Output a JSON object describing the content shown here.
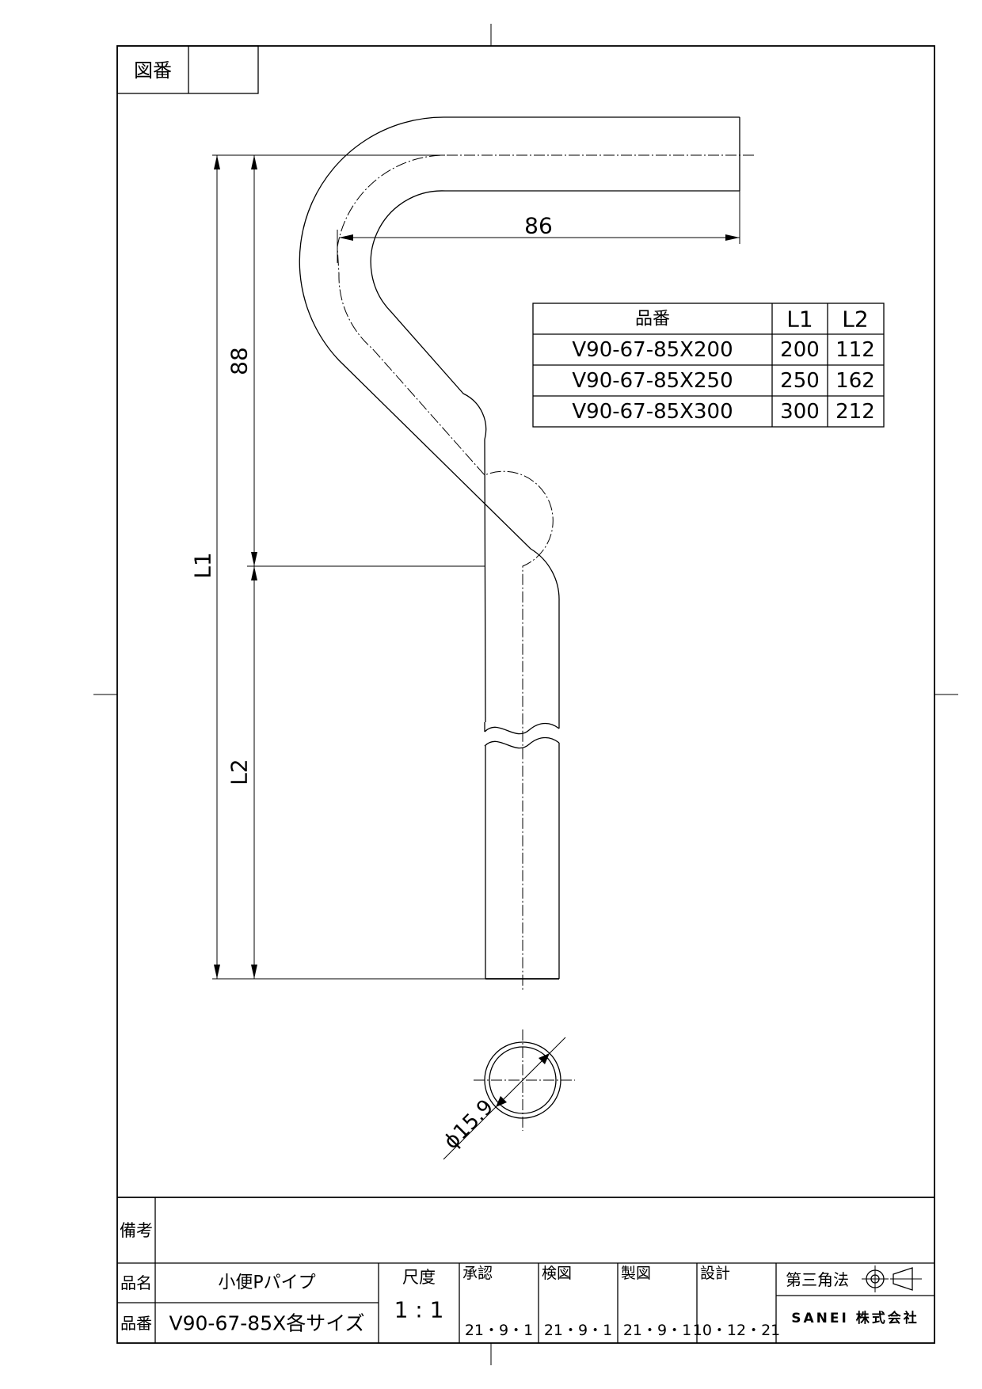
{
  "frame": {
    "drawing_number_label": "図番",
    "drawing_number_value": ""
  },
  "dimensions": {
    "horizontal": "86",
    "upper_vertical": "88",
    "total_length": "L1",
    "lower_length": "L2",
    "diameter": "ϕ15.9"
  },
  "size_table": {
    "headers": [
      "品番",
      "L1",
      "L2"
    ],
    "rows": [
      [
        "V90-67-85X200",
        "200",
        "112"
      ],
      [
        "V90-67-85X250",
        "250",
        "162"
      ],
      [
        "V90-67-85X300",
        "300",
        "212"
      ]
    ]
  },
  "title_block": {
    "remarks_label": "備考",
    "remarks_value": "",
    "name_label": "品名",
    "name_value": "小便Pパイプ",
    "number_label": "品番",
    "number_value": "V90-67-85X各サイズ",
    "scale_label": "尺度",
    "scale_value": "1 : 1",
    "approved_label": "承認",
    "approved_date": "21・9・1",
    "checked_label": "検図",
    "checked_date": "21・9・1",
    "drawn_label": "製図",
    "drawn_date": "21・9・1",
    "designed_label": "設計",
    "designed_date": "10・12・21",
    "projection_label": "第三角法",
    "company": "SANEI 株式会社"
  }
}
